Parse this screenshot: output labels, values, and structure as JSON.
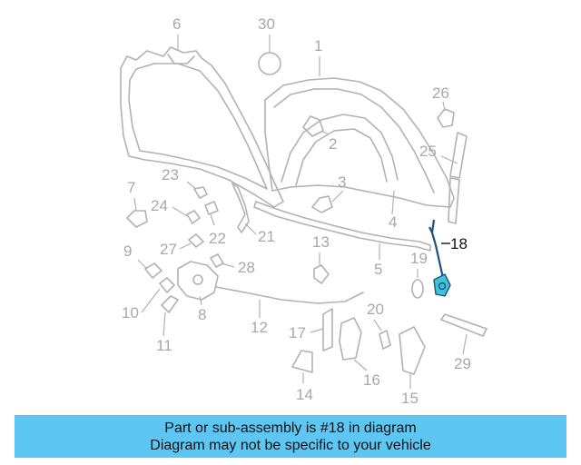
{
  "diagram": {
    "callouts": [
      "1",
      "2",
      "3",
      "4",
      "5",
      "6",
      "7",
      "8",
      "9",
      "10",
      "11",
      "12",
      "13",
      "14",
      "15",
      "16",
      "17",
      "18",
      "19",
      "20",
      "21",
      "22",
      "23",
      "24",
      "25",
      "26",
      "27",
      "28",
      "29",
      "30"
    ],
    "highlighted_callout": "18",
    "colors": {
      "highlight_fill": "#3fc3d8",
      "highlight_stroke": "#1e4f86",
      "line_art": "#b2b2b2",
      "banner": "#5ec6f3"
    }
  },
  "banner": {
    "line1": "Part or sub-assembly is #18 in diagram",
    "line2": "Diagram may not be specific to your vehicle"
  }
}
